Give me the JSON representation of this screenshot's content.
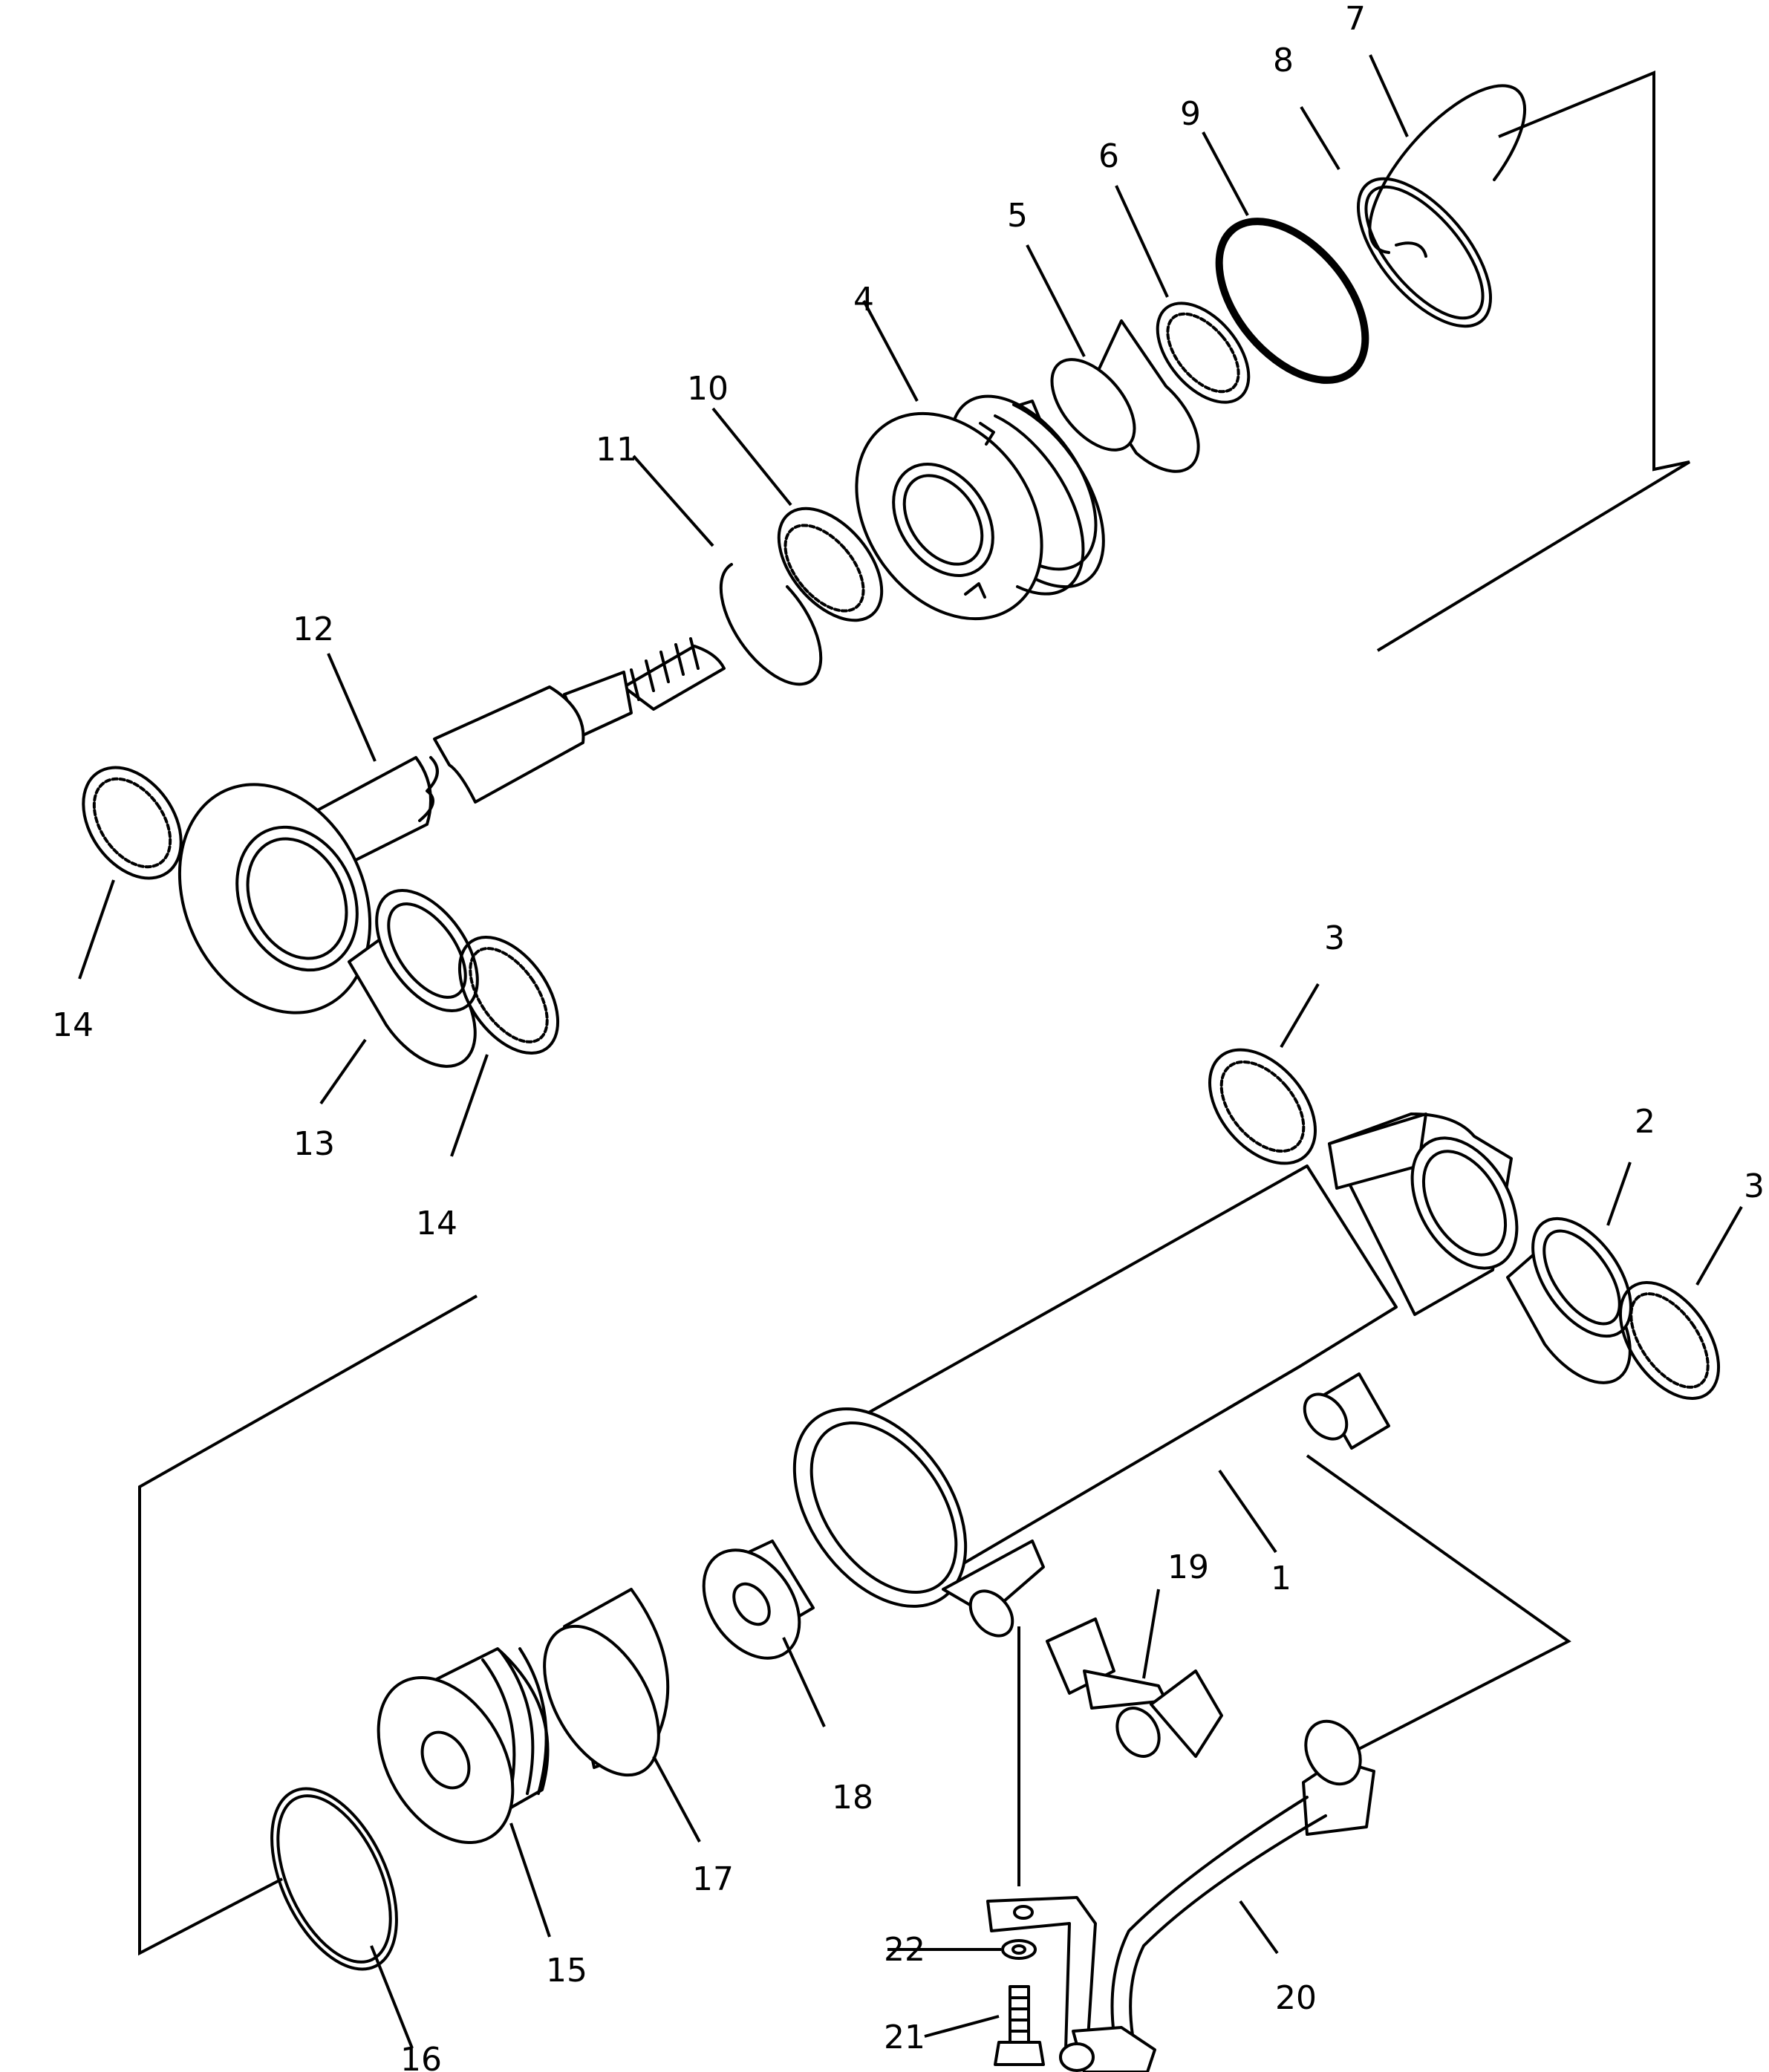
{
  "callouts": {
    "c1": "1",
    "c2": "2",
    "c3a": "3",
    "c3b": "3",
    "c4": "4",
    "c5": "5",
    "c6": "6",
    "c7": "7",
    "c8": "8",
    "c9": "9",
    "c10": "10",
    "c11": "11",
    "c12": "12",
    "c13": "13",
    "c14a": "14",
    "c14b": "14",
    "c15": "15",
    "c16": "16",
    "c17": "17",
    "c18": "18",
    "c19": "19",
    "c20": "20",
    "c21": "21",
    "c22": "22"
  }
}
